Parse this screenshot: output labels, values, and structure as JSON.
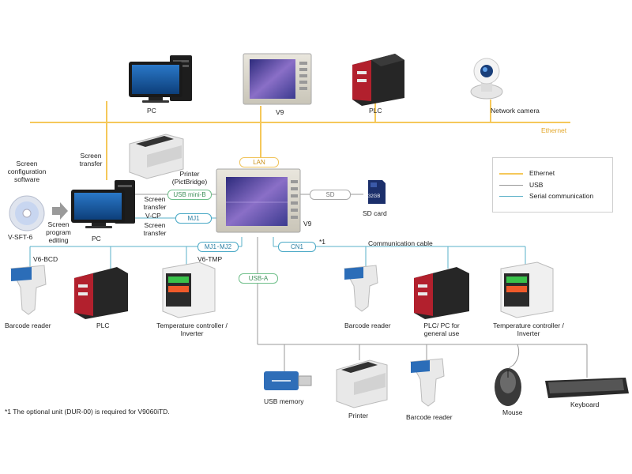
{
  "colors": {
    "ethernet": "#f5c85a",
    "usb": "#9a9a9a",
    "serial": "#5ab0c8",
    "usb_green": "#6fbf8a",
    "lan": "#f0c45c"
  },
  "network": {
    "ethernet_label": "Ethernet"
  },
  "top": {
    "pc": "PC",
    "v9": "V9",
    "plc": "PLC",
    "camera": "Network camera"
  },
  "left": {
    "software_title": "Screen\nconfiguration\nsoftware",
    "software": "V-SFT-6",
    "program_editing": "Screen\nprogram\nediting",
    "screen_transfer_top": "Screen\ntransfer",
    "pc": "PC",
    "printer": "Printer\n(PictBridge)",
    "screen_transfer_1": "Screen\ntransfer",
    "screen_transfer_2": "Screen\ntransfer",
    "vcp": "V-CP"
  },
  "center": {
    "v9": "V9",
    "sd_card": "SD card",
    "sd_card_size": "32GB"
  },
  "ports": {
    "lan": "LAN",
    "usb_mini_b": "USB mini-B",
    "mj1": "MJ1",
    "sd": "SD",
    "mj1_mj2": "MJ1･MJ2",
    "cn1": "CN1",
    "usb_a": "USB-A"
  },
  "bottom_left": {
    "v6_bcd": "V6-BCD",
    "v6_tmp": "V6-TMP",
    "barcode": "Barcode reader",
    "plc": "PLC",
    "temp": "Temperature controller /\nInverter"
  },
  "bottom_right": {
    "note_mark": "*1",
    "comm_cable": "Communication cable",
    "barcode": "Barcode reader",
    "plc_pc": "PLC/ PC for\ngeneral use",
    "temp": "Temperature controller /\nInverter"
  },
  "usb_devices": {
    "usb_memory": "USB memory",
    "printer": "Printer",
    "barcode": "Barcode reader",
    "mouse": "Mouse",
    "keyboard": "Keyboard"
  },
  "legend": {
    "ethernet": "Ethernet",
    "usb": "USB",
    "serial": "Serial communication"
  },
  "footnote": "*1 The optional unit (DUR-00) is required for V9060iTD."
}
